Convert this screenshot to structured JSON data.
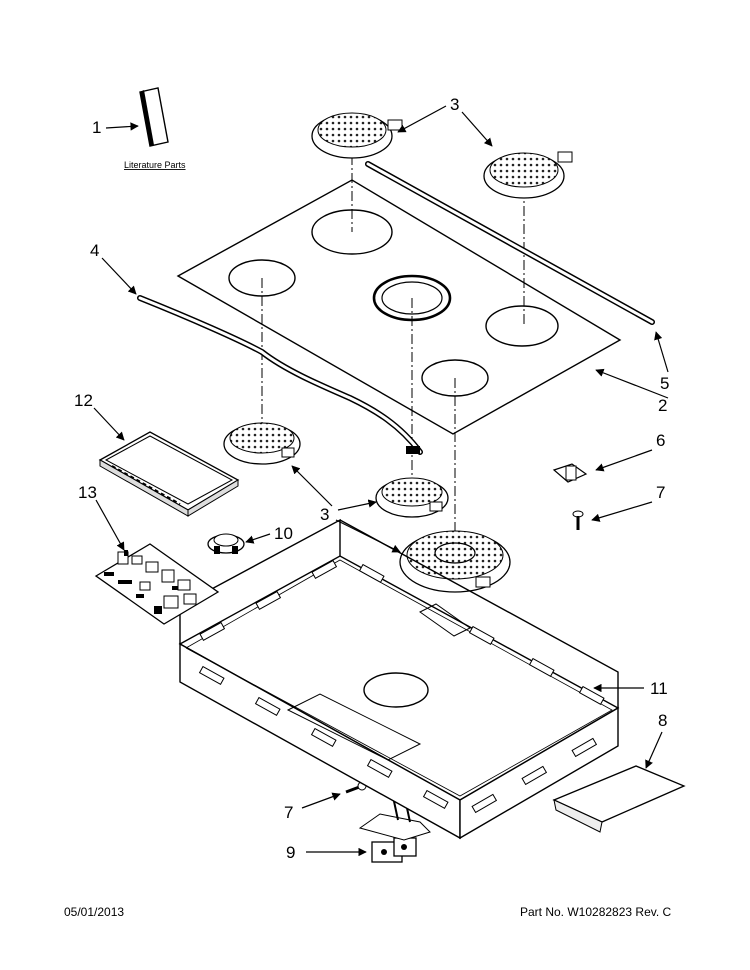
{
  "callouts": {
    "c1": "1",
    "c2": "2",
    "c3a": "3",
    "c3b": "3",
    "c4": "4",
    "c5": "5",
    "c6": "6",
    "c7a": "7",
    "c7b": "7",
    "c8": "8",
    "c9": "9",
    "c10": "10",
    "c11": "11",
    "c12": "12",
    "c13": "13"
  },
  "literature_label": "Literature Parts",
  "footer": {
    "date": "05/01/2013",
    "part_number": "Part No.  W10282823  Rev.  C"
  }
}
